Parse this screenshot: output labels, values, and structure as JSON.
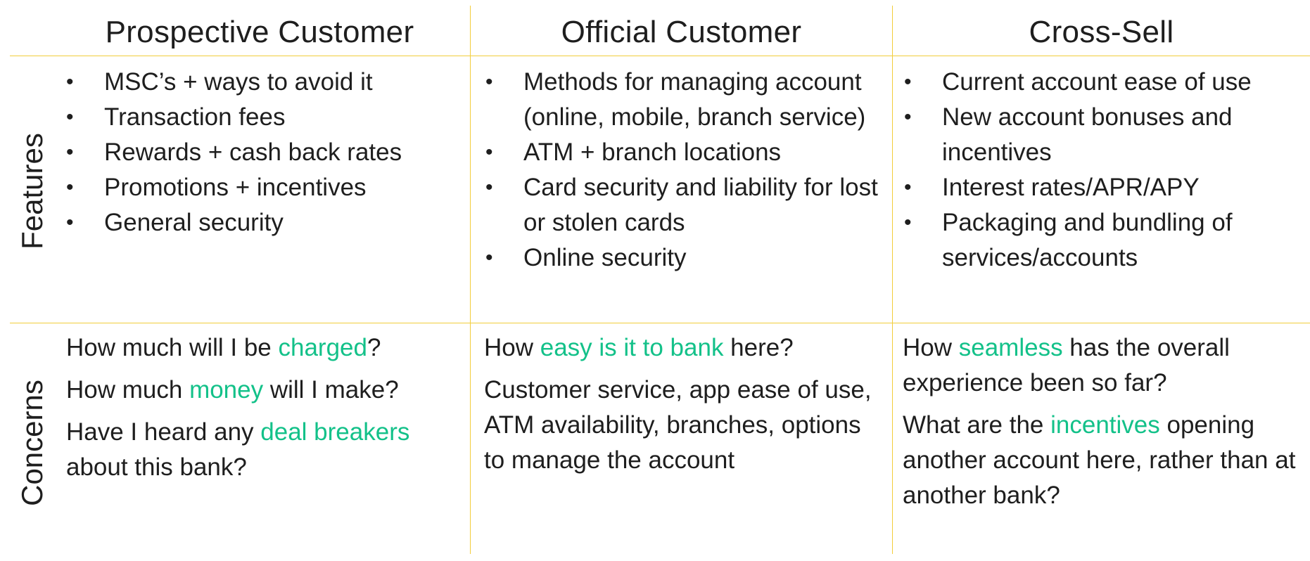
{
  "headers": [
    "Prospective Customer",
    "Official Customer",
    "Cross-Sell"
  ],
  "row_labels": [
    "Features",
    "Concerns"
  ],
  "features": [
    [
      "MSC’s + ways to avoid it",
      "Transaction fees",
      "Rewards + cash back rates",
      "Promotions + incentives",
      "General security"
    ],
    [
      "Methods for managing account (online, mobile, branch service)",
      "ATM + branch locations",
      "Card security and liability for lost or stolen cards",
      "Online security"
    ],
    [
      "Current account ease of use",
      "New account bonuses and incentives",
      "Interest rates/APR/APY",
      "Packaging and bundling of services/accounts"
    ]
  ],
  "concerns": [
    [
      {
        "pre": "How much will I be ",
        "hl": "charged",
        "post": "?"
      },
      {
        "pre": "How much ",
        "hl": "money",
        "post": " will I make?"
      },
      {
        "pre": "Have I heard any ",
        "hl": "deal breakers",
        "post": " about this bank?"
      }
    ],
    [
      {
        "pre": "How ",
        "hl": "easy is it to bank",
        "post": " here?"
      },
      {
        "pre": "Customer service, app ease of use, ATM availability, branches, options to manage the account",
        "hl": "",
        "post": ""
      }
    ],
    [
      {
        "pre": "How ",
        "hl": "seamless",
        "post": " has the overall experience been so far?"
      },
      {
        "pre": "What are the ",
        "hl": "incentives",
        "post": " opening another account here, rather than at another bank?"
      }
    ]
  ],
  "colors": {
    "grid": "#f2cd3b",
    "highlight": "#13c189",
    "text": "#1e1e1e"
  }
}
